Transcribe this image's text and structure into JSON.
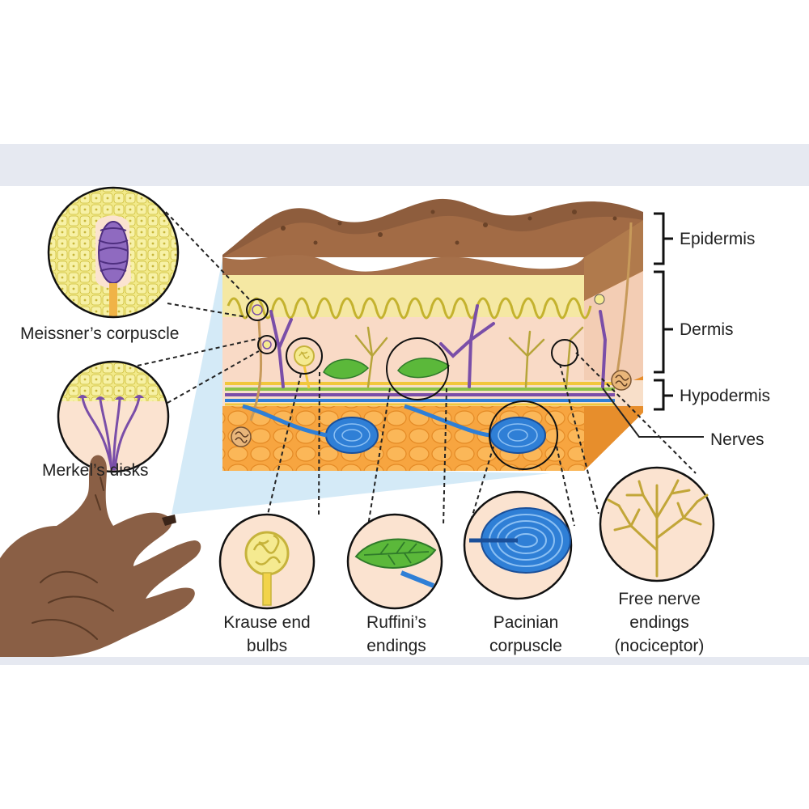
{
  "layers": {
    "epidermis": "Epidermis",
    "dermis": "Dermis",
    "hypodermis": "Hypodermis",
    "nerves": "Nerves"
  },
  "receptors": {
    "meissner": "Meissner’s corpuscle",
    "merkel": "Merkel’s disks",
    "krause_1": "Krause end",
    "krause_2": "bulbs",
    "ruffini_1": "Ruffini’s",
    "ruffini_2": "endings",
    "pacinian_1": "Pacinian",
    "pacinian_2": "corpuscle",
    "free_1": "Free nerve",
    "free_2": "endings",
    "free_3": "(nociceptor)"
  },
  "colors": {
    "epidermis_top": "#8b5a3c",
    "epidermis_band": "#f4e6a0",
    "dermis": "#f8d8c4",
    "hypodermis": "#f5a43a",
    "nerve_blue": "#2f7fd6",
    "nerve_purple": "#7a4ea8",
    "ruffini_green": "#5bb83a",
    "skin_hand": "#8a5f45",
    "callout_fill": "#fbe3d0"
  }
}
